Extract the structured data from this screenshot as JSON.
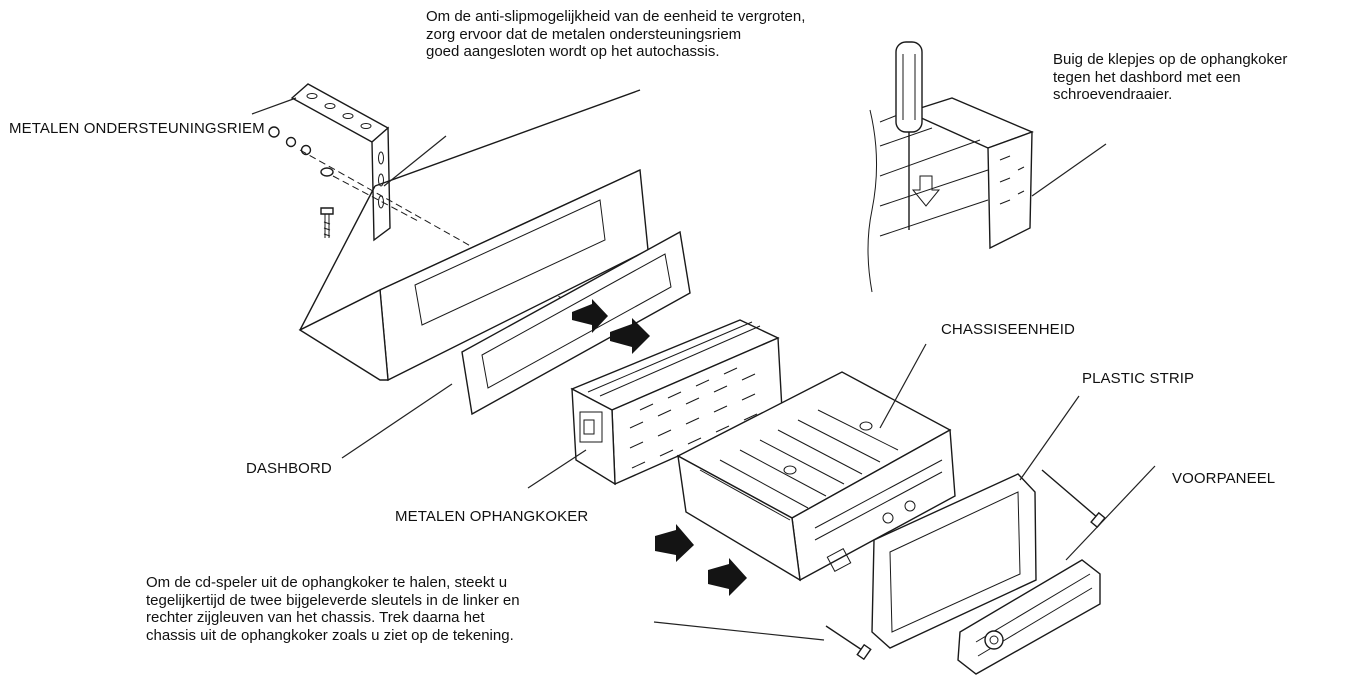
{
  "labels": {
    "metalen_ondersteuningsriem": "METALEN ONDERSTEUNINGSRIEM",
    "dashbord": "DASHBORD",
    "metalen_ophangkoker": "METALEN OPHANGKOKER",
    "chassiseenheid": "CHASSISEENHEID",
    "plastic_strip": "PLASTIC STRIP",
    "voorpaneel": "VOORPANEEL"
  },
  "notes": {
    "anti_slip": "Om de anti-slipmogelijkheid van de eenheid te vergroten,\nzorg ervoor dat de metalen ondersteuningsriem\ngoed aangesloten wordt op het autochassis.",
    "klepjes": "Buig de klepjes op de ophangkoker\ntegen het dashbord met een\nschroevendraaier.",
    "uithalen": "Om de cd-speler uit de ophangkoker te halen, steekt u\ntegelijkertijd de twee bijgeleverde sleutels in de linker en\nrechter zijgleuven van het chassis. Trek daarna het\nchassis uit de ophangkoker zoals u ziet op de tekening."
  },
  "colors": {
    "ink": "#1a1a1a",
    "background": "#ffffff"
  }
}
